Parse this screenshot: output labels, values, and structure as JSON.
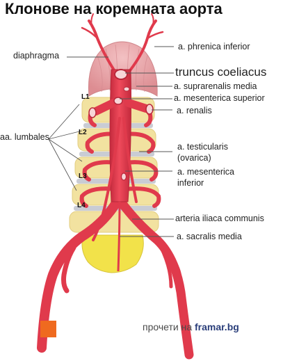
{
  "title": "Клонове на коремната аорта",
  "labels": {
    "diaphragma": "diaphragma",
    "phrenica_inferior": "a. phrenica inferior",
    "truncus_coeliacus": "truncus coeliacus",
    "suprarenalis_media": "a. suprarenalis media",
    "mesenterica_superior": "a. mesenterica superior",
    "renalis": "a. renalis",
    "lumbales": "aa. lumbales",
    "testicularis_1": "a. testicularis",
    "testicularis_2": "(ovarica)",
    "mesenterica_inferior_1": "a. mesenterica",
    "mesenterica_inferior_2": "inferior",
    "iliaca_communis": "arteria iliaca communis",
    "sacralis_media": "a. sacralis media"
  },
  "vertebrae": [
    "L1",
    "L2",
    "L3",
    "L4"
  ],
  "footer": {
    "prefix": "прочети на",
    "brand": "framar.bg"
  },
  "colors": {
    "artery": "#e03a4c",
    "artery_dark": "#b8283a",
    "diaphragm": "#e9a3a6",
    "vertebra": "#f2e2a0",
    "disc": "#c9ccd4",
    "accent": "#ef6a1f",
    "brand": "#2a3e7a"
  }
}
